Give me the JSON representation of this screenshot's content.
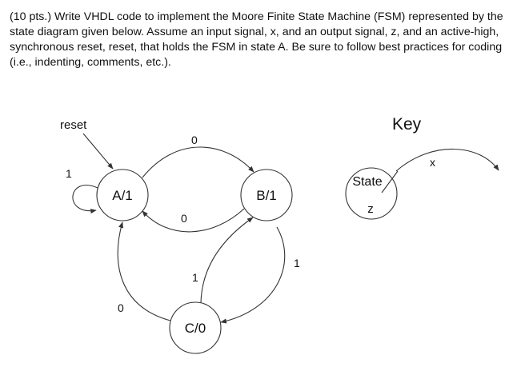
{
  "question": {
    "points": "(10 pts.)",
    "text": "(10 pts.) Write VHDL code to implement the Moore Finite State Machine (FSM) represented by the state diagram given below. Assume an input signal, x, and an output signal, z, and an active-high, synchronous reset, reset, that holds the FSM in state A. Be sure to follow best practices for coding (i.e., indenting, comments, etc.)."
  },
  "diagram": {
    "reset_label": "reset",
    "states": {
      "A": "A/1",
      "B": "B/1",
      "C": "C/0"
    },
    "transitions": {
      "a_self": "1",
      "a_to_b": "0",
      "b_to_a": "0",
      "b_to_c": "1",
      "c_to_b": "1",
      "c_to_a": "0"
    }
  },
  "key": {
    "title": "Key",
    "state_label": "State",
    "output_label": "z",
    "input_label": "x"
  },
  "colors": {
    "ink": "#333333",
    "text": "#111111",
    "background": "#ffffff"
  }
}
